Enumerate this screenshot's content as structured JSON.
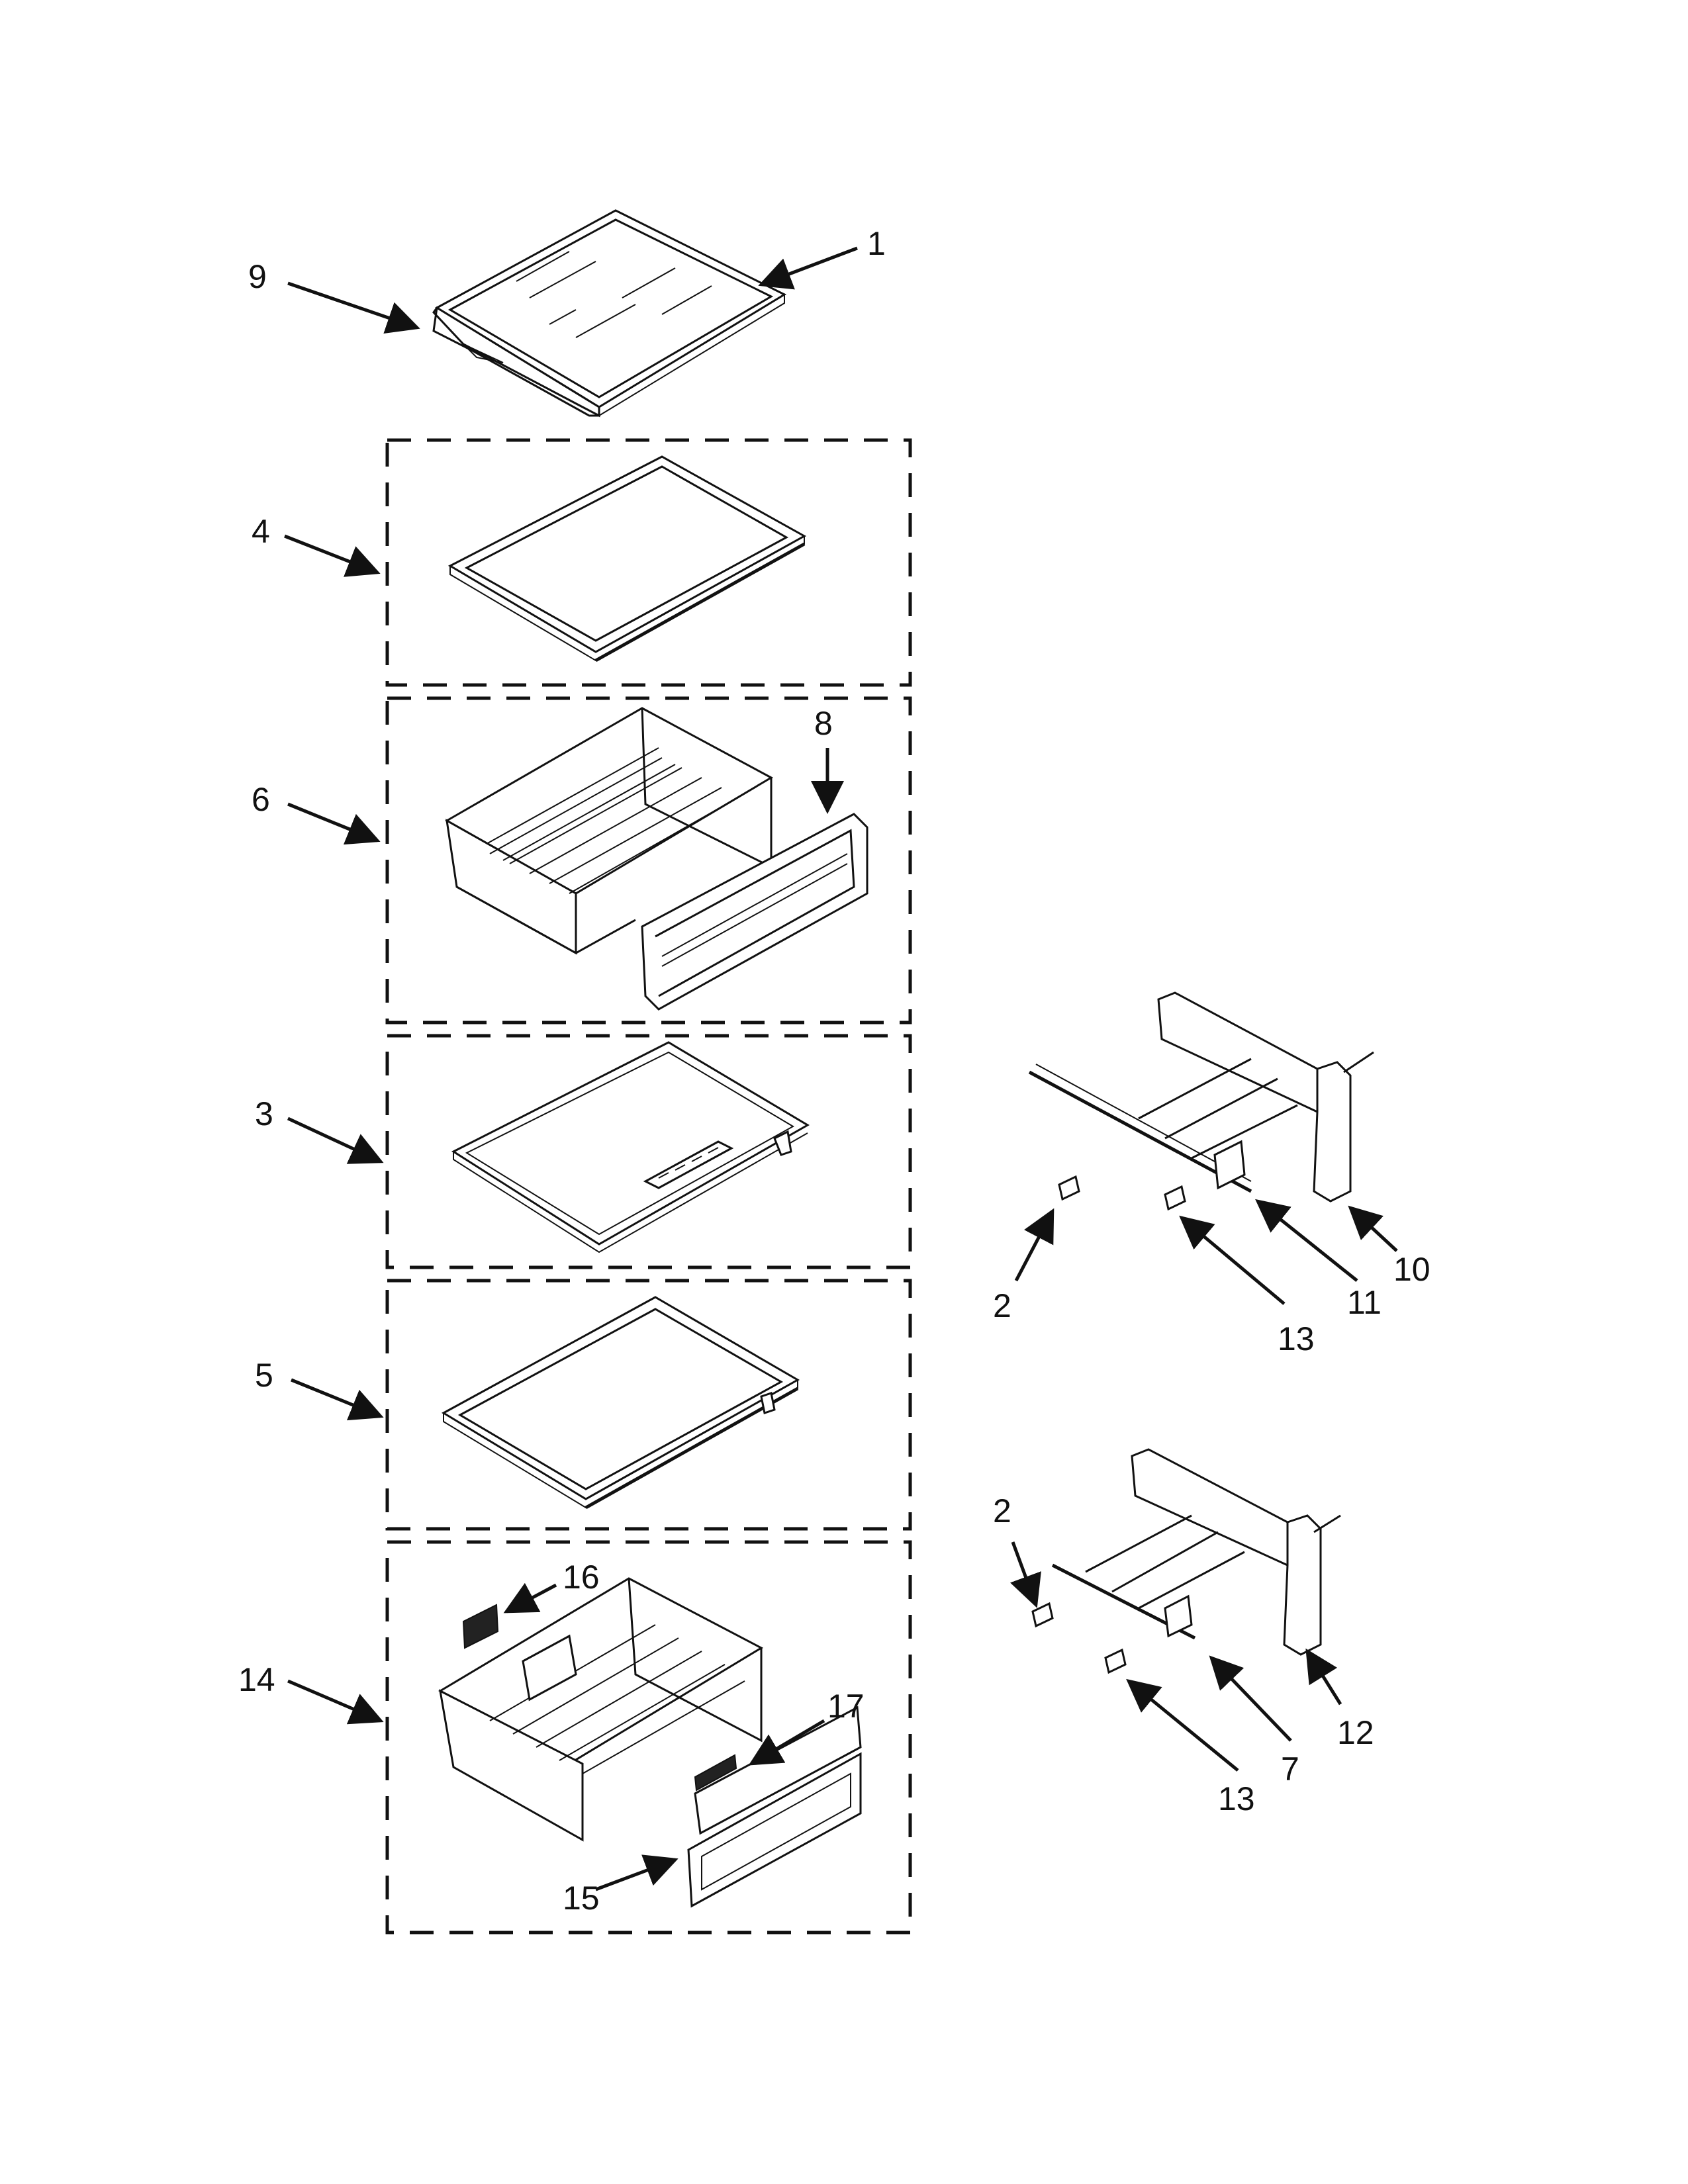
{
  "callouts": {
    "c1": "1",
    "c2a": "2",
    "c2b": "2",
    "c3": "3",
    "c4": "4",
    "c5": "5",
    "c6": "6",
    "c7": "7",
    "c8": "8",
    "c9": "9",
    "c10": "10",
    "c11": "11",
    "c12": "12",
    "c13a": "13",
    "c13b": "13",
    "c14": "14",
    "c15": "15",
    "c16": "16",
    "c17": "17"
  },
  "colors": {
    "line": "#111111",
    "background": "#ffffff"
  }
}
